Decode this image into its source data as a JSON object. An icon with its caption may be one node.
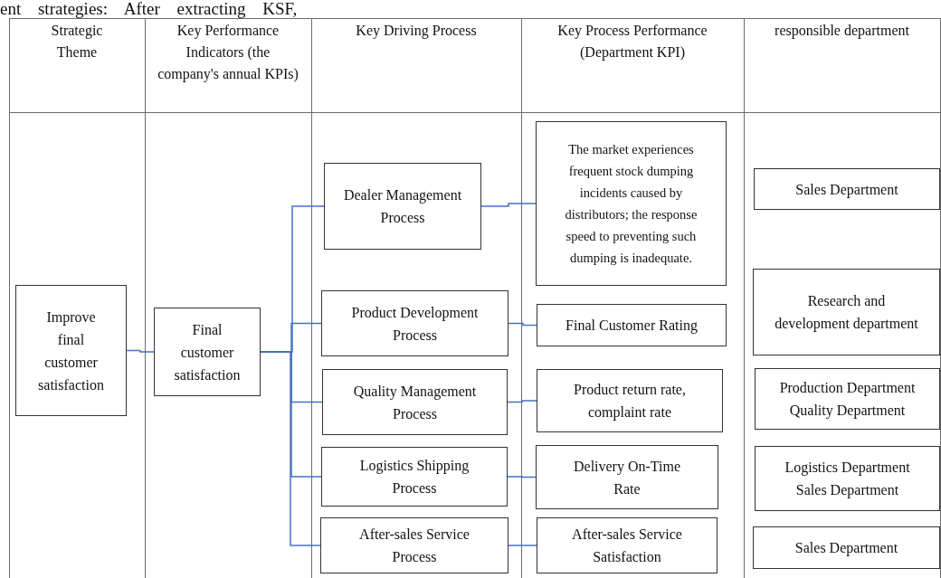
{
  "diagram": {
    "nodes": [
      {
        "text": [
          "Improve final customer satisfaction"
        ]
      },
      {
        "text": [
          "Final customer satisfaction"
        ]
      },
      {
        "text": [
          "Dealer Management Process"
        ]
      },
      {
        "text": [
          "Product Development Process"
        ]
      },
      {
        "text": [
          "Quality Management Process"
        ]
      },
      {
        "text": [
          "Logistics Shipping Process"
        ]
      },
      {
        "text": [
          "After-sales Service Process"
        ]
      },
      {
        "text": [
          "The market experiences frequent stock dumping incidents caused by distributors; the response speed to preventing such dumping is inadequate."
        ]
      },
      {
        "text": [
          "Final Customer Rating"
        ]
      },
      {
        "text": [
          "Product return rate, complaint rate"
        ]
      },
      {
        "text": [
          "Delivery On-Time Rate"
        ]
      },
      {
        "text": [
          "After-sales Service Satisfaction"
        ]
      },
      {
        "text": [
          "Sales Department"
        ]
      },
      {
        "text": [
          "Research and development department"
        ]
      },
      {
        "text": [
          "Production Department Quality Department"
        ]
      },
      {
        "text": [
          "Logistics Department Sales Department"
        ]
      },
      {
        "text": [
          "Sales Department"
        ]
      }
    ],
    "edges": [
      {
        "from": 0,
        "to": 1,
        "arrow": "none"
      },
      {
        "from": 1,
        "to": 2,
        "arrow": "none"
      },
      {
        "from": 1,
        "to": 3,
        "arrow": "none"
      },
      {
        "from": 1,
        "to": 4,
        "arrow": "none"
      },
      {
        "from": 1,
        "to": 5,
        "arrow": "none"
      },
      {
        "from": 1,
        "to": 6,
        "arrow": "none"
      },
      {
        "from": 2,
        "to": 7,
        "arrow": "none"
      },
      {
        "from": 3,
        "to": 8,
        "arrow": "none"
      },
      {
        "from": 4,
        "to": 9,
        "arrow": "none"
      },
      {
        "from": 5,
        "to": 10,
        "arrow": "none"
      },
      {
        "from": 6,
        "to": 11,
        "arrow": "none"
      }
    ],
    "labels": [
      "ent strategies: After extracting KSF,",
      "Strategic Theme",
      "Key Performance Indicators (the company's annual KPIs)",
      "Key Driving Process",
      "Key Process Performance (Department KPI)",
      "responsible department"
    ]
  }
}
